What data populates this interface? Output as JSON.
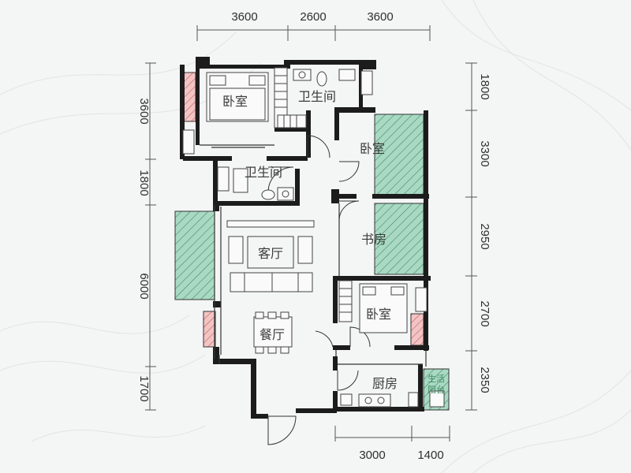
{
  "dimensions": {
    "top": [
      "3600",
      "2600",
      "3600"
    ],
    "left": [
      "3600",
      "1800",
      "6000",
      "1700"
    ],
    "right": [
      "1800",
      "3300",
      "2950",
      "2700",
      "2350"
    ],
    "bottom": [
      "3000",
      "1400"
    ]
  },
  "rooms": {
    "bedroom_master": "卧室",
    "bathroom_master": "卫生间",
    "bedroom_east": "卧室",
    "bathroom_public": "卫生间",
    "living": "客厅",
    "study": "书房",
    "bedroom_small": "卧室",
    "dining": "餐厅",
    "kitchen": "厨房",
    "laundry_balcony_line1": "生活",
    "laundry_balcony_line2": "阳台"
  },
  "colors": {
    "wall": "#1c1c1c",
    "balcony_green": "#8fcbb0",
    "balcony_red": "#e8a8a8",
    "line": "#555555",
    "background": "#f4f5f5"
  }
}
